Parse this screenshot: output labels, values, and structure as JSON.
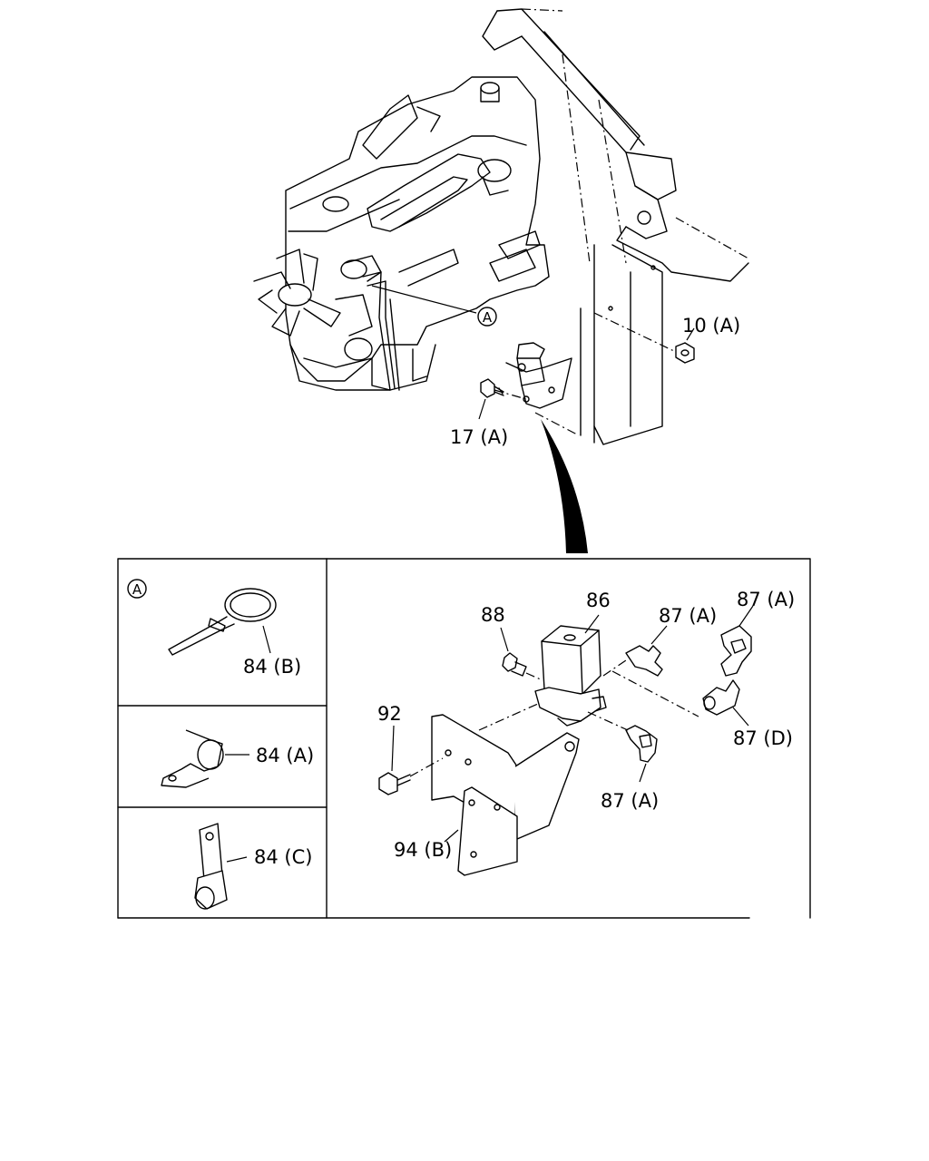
{
  "diagram": {
    "callouts": {
      "c10a": "10 (A)",
      "c17a": "17 (A)",
      "c84b": "84 (B)",
      "c84a": "84 (A)",
      "c84c": "84 (C)",
      "c88": "88",
      "c86": "86",
      "c87a_1": "87 (A)",
      "c87a_2": "87 (A)",
      "c87a_3": "87 (A)",
      "c87d": "87 (D)",
      "c92": "92",
      "c94b": "94 (B)"
    },
    "detail_marker": "A",
    "detail_panel_marker": "A"
  }
}
